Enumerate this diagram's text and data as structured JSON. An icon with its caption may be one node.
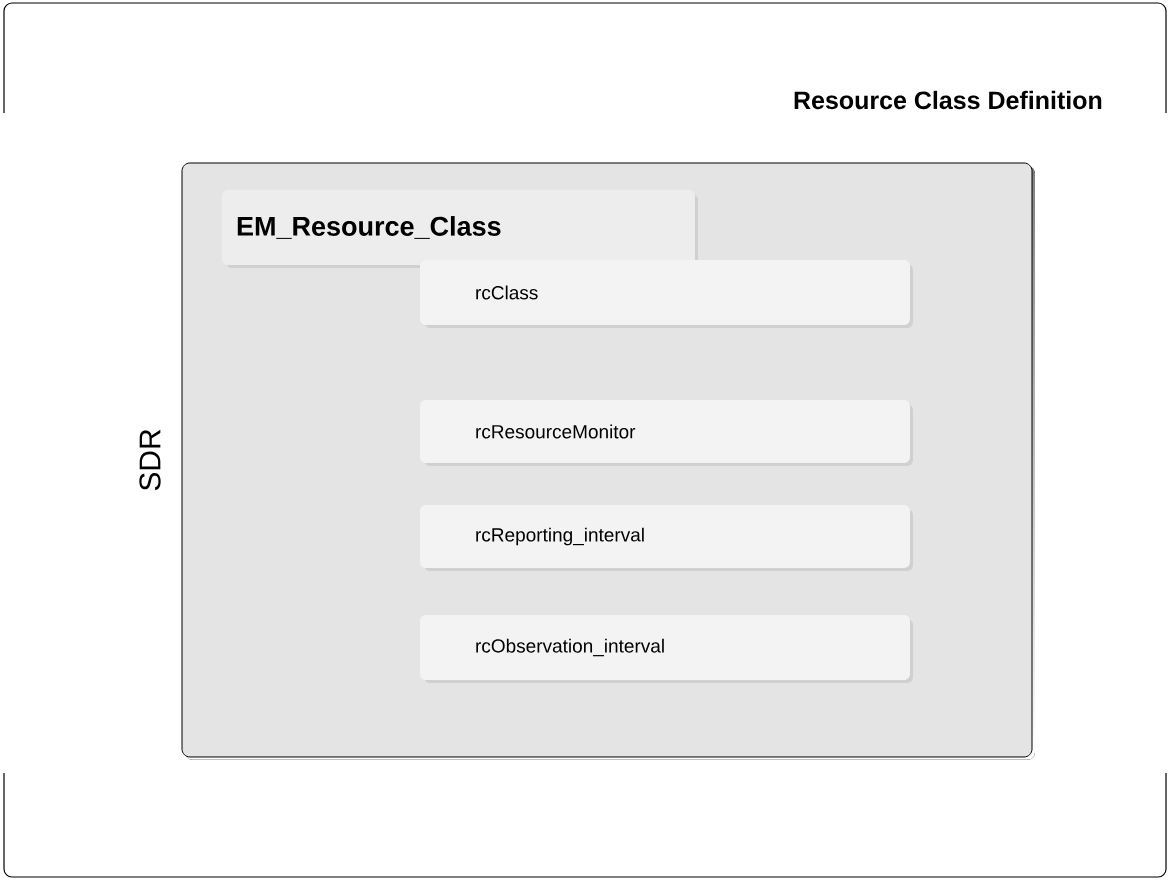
{
  "diagram": {
    "title": "Resource Class Definition",
    "nodes": [
      {
        "text": [
          "SDR"
        ]
      },
      {
        "text": [
          "EM_Resource_Class"
        ],
        "in": 0
      },
      {
        "text": [
          "rcClass"
        ],
        "in": 0
      },
      {
        "text": [
          "rcResourceMonitor"
        ],
        "in": 0
      },
      {
        "text": [
          "rcReporting_interval"
        ],
        "in": 0
      },
      {
        "text": [
          "rcObservation_interval"
        ],
        "in": 0
      }
    ]
  }
}
